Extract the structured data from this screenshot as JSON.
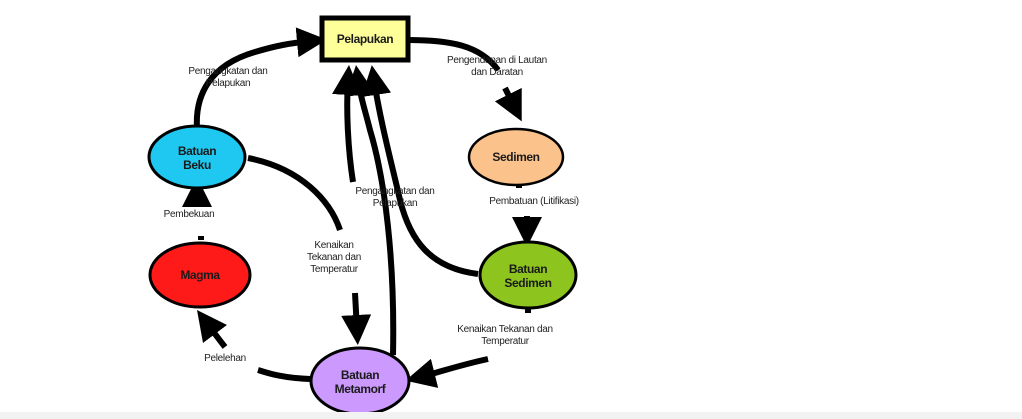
{
  "diagram": {
    "title": "Siklus Batuan",
    "nodes": [
      {
        "id": "pelapukan",
        "label": "Pelapukan",
        "shape": "rect",
        "color": "#ffff99"
      },
      {
        "id": "sedimen",
        "label": "Sedimen",
        "shape": "ellipse",
        "color": "#fbc28c"
      },
      {
        "id": "batuan_sedimen",
        "label_line1": "Batuan",
        "label_line2": "Sedimen",
        "shape": "ellipse",
        "color": "#8dc41e"
      },
      {
        "id": "batuan_metamorf",
        "label_line1": "Batuan",
        "label_line2": "Metamorf",
        "shape": "ellipse",
        "color": "#cc99ff"
      },
      {
        "id": "magma",
        "label": "Magma",
        "shape": "ellipse",
        "color": "#ff1a1a"
      },
      {
        "id": "batuan_beku",
        "label_line1": "Batuan",
        "label_line2": "Beku",
        "shape": "ellipse",
        "color": "#1ec8f0"
      }
    ],
    "edges": [
      {
        "from": "batuan_beku",
        "to": "pelapukan",
        "label_line1": "Pengangkatan dan",
        "label_line2": "Pelapukan"
      },
      {
        "from": "pelapukan",
        "to": "sedimen",
        "label_line1": "Pengendapan di Lautan",
        "label_line2": "dan Daratan"
      },
      {
        "from": "sedimen",
        "to": "batuan_sedimen",
        "label": "Pembatuan (Litifikasi)"
      },
      {
        "from": "batuan_sedimen",
        "to": "batuan_metamorf",
        "label_line1": "Kenaikan Tekanan dan",
        "label_line2": "Temperatur"
      },
      {
        "from": "batuan_metamorf",
        "to": "magma",
        "label": "Pelelehan"
      },
      {
        "from": "magma",
        "to": "batuan_beku",
        "label": "Pembekuan"
      },
      {
        "from": "batuan_beku",
        "to": "batuan_metamorf",
        "label_line1": "Kenaikan",
        "label_line2": "Tekanan dan",
        "label_line3": "Temperatur"
      },
      {
        "from": "batuan_sedimen",
        "to": "pelapukan",
        "label_line1": "Pengangkatan dan",
        "label_line2": "Pelapukan"
      },
      {
        "from": "batuan_metamorf",
        "to": "pelapukan"
      }
    ]
  }
}
